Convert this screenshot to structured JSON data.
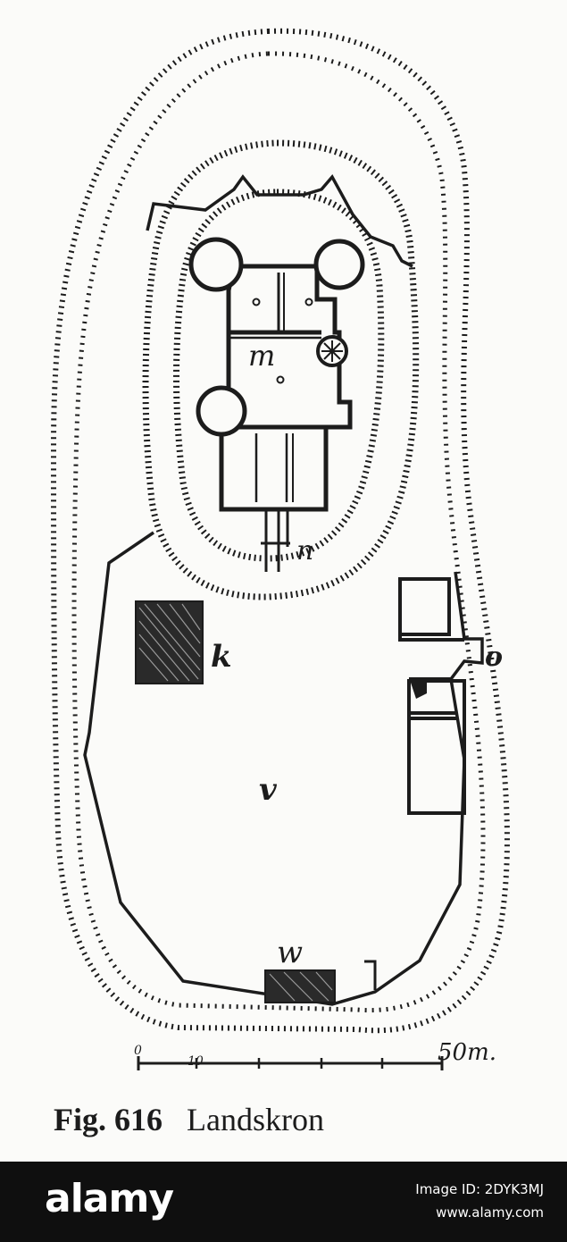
{
  "figure": {
    "caption_number": "Fig. 616",
    "caption_title": "Landskron"
  },
  "labels": {
    "m": "m",
    "n": "n",
    "k": "k",
    "o": "o",
    "v": "v",
    "w": "w"
  },
  "scale_bar": {
    "start_label": "0",
    "tick_label": "10",
    "end_label": "50m."
  },
  "watermark": {
    "brand": "alamy",
    "image_id": "Image ID: 2DYK3MJ",
    "site": "www.alamy.com"
  },
  "colors": {
    "ink": "#1c1c1c",
    "paper": "#fbfbf9",
    "footer": "#0f0f0f"
  }
}
